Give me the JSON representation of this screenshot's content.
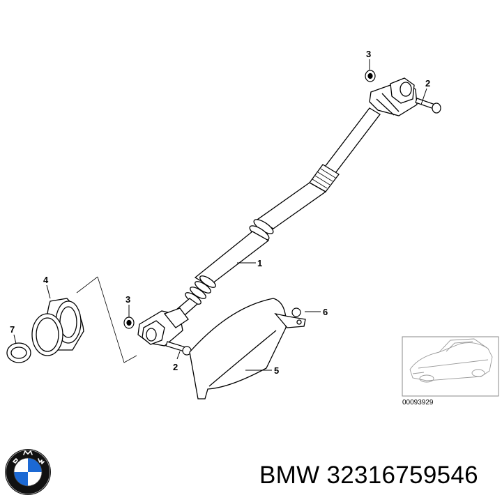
{
  "callouts": {
    "c1": "1",
    "c2_top": "2",
    "c2_bottom": "2",
    "c3_top": "3",
    "c3_bottom": "3",
    "c4": "4",
    "c5": "5",
    "c6": "6",
    "c7": "7"
  },
  "inset": {
    "code": "00093929"
  },
  "caption": {
    "brand": "BMW",
    "part_number": "32316759546"
  },
  "logo": {
    "lettering": "BMW",
    "colors": {
      "blue": "#1c69d4",
      "white": "#ffffff",
      "ring": "#111111"
    },
    "icon": "bmw-roundel-icon"
  }
}
